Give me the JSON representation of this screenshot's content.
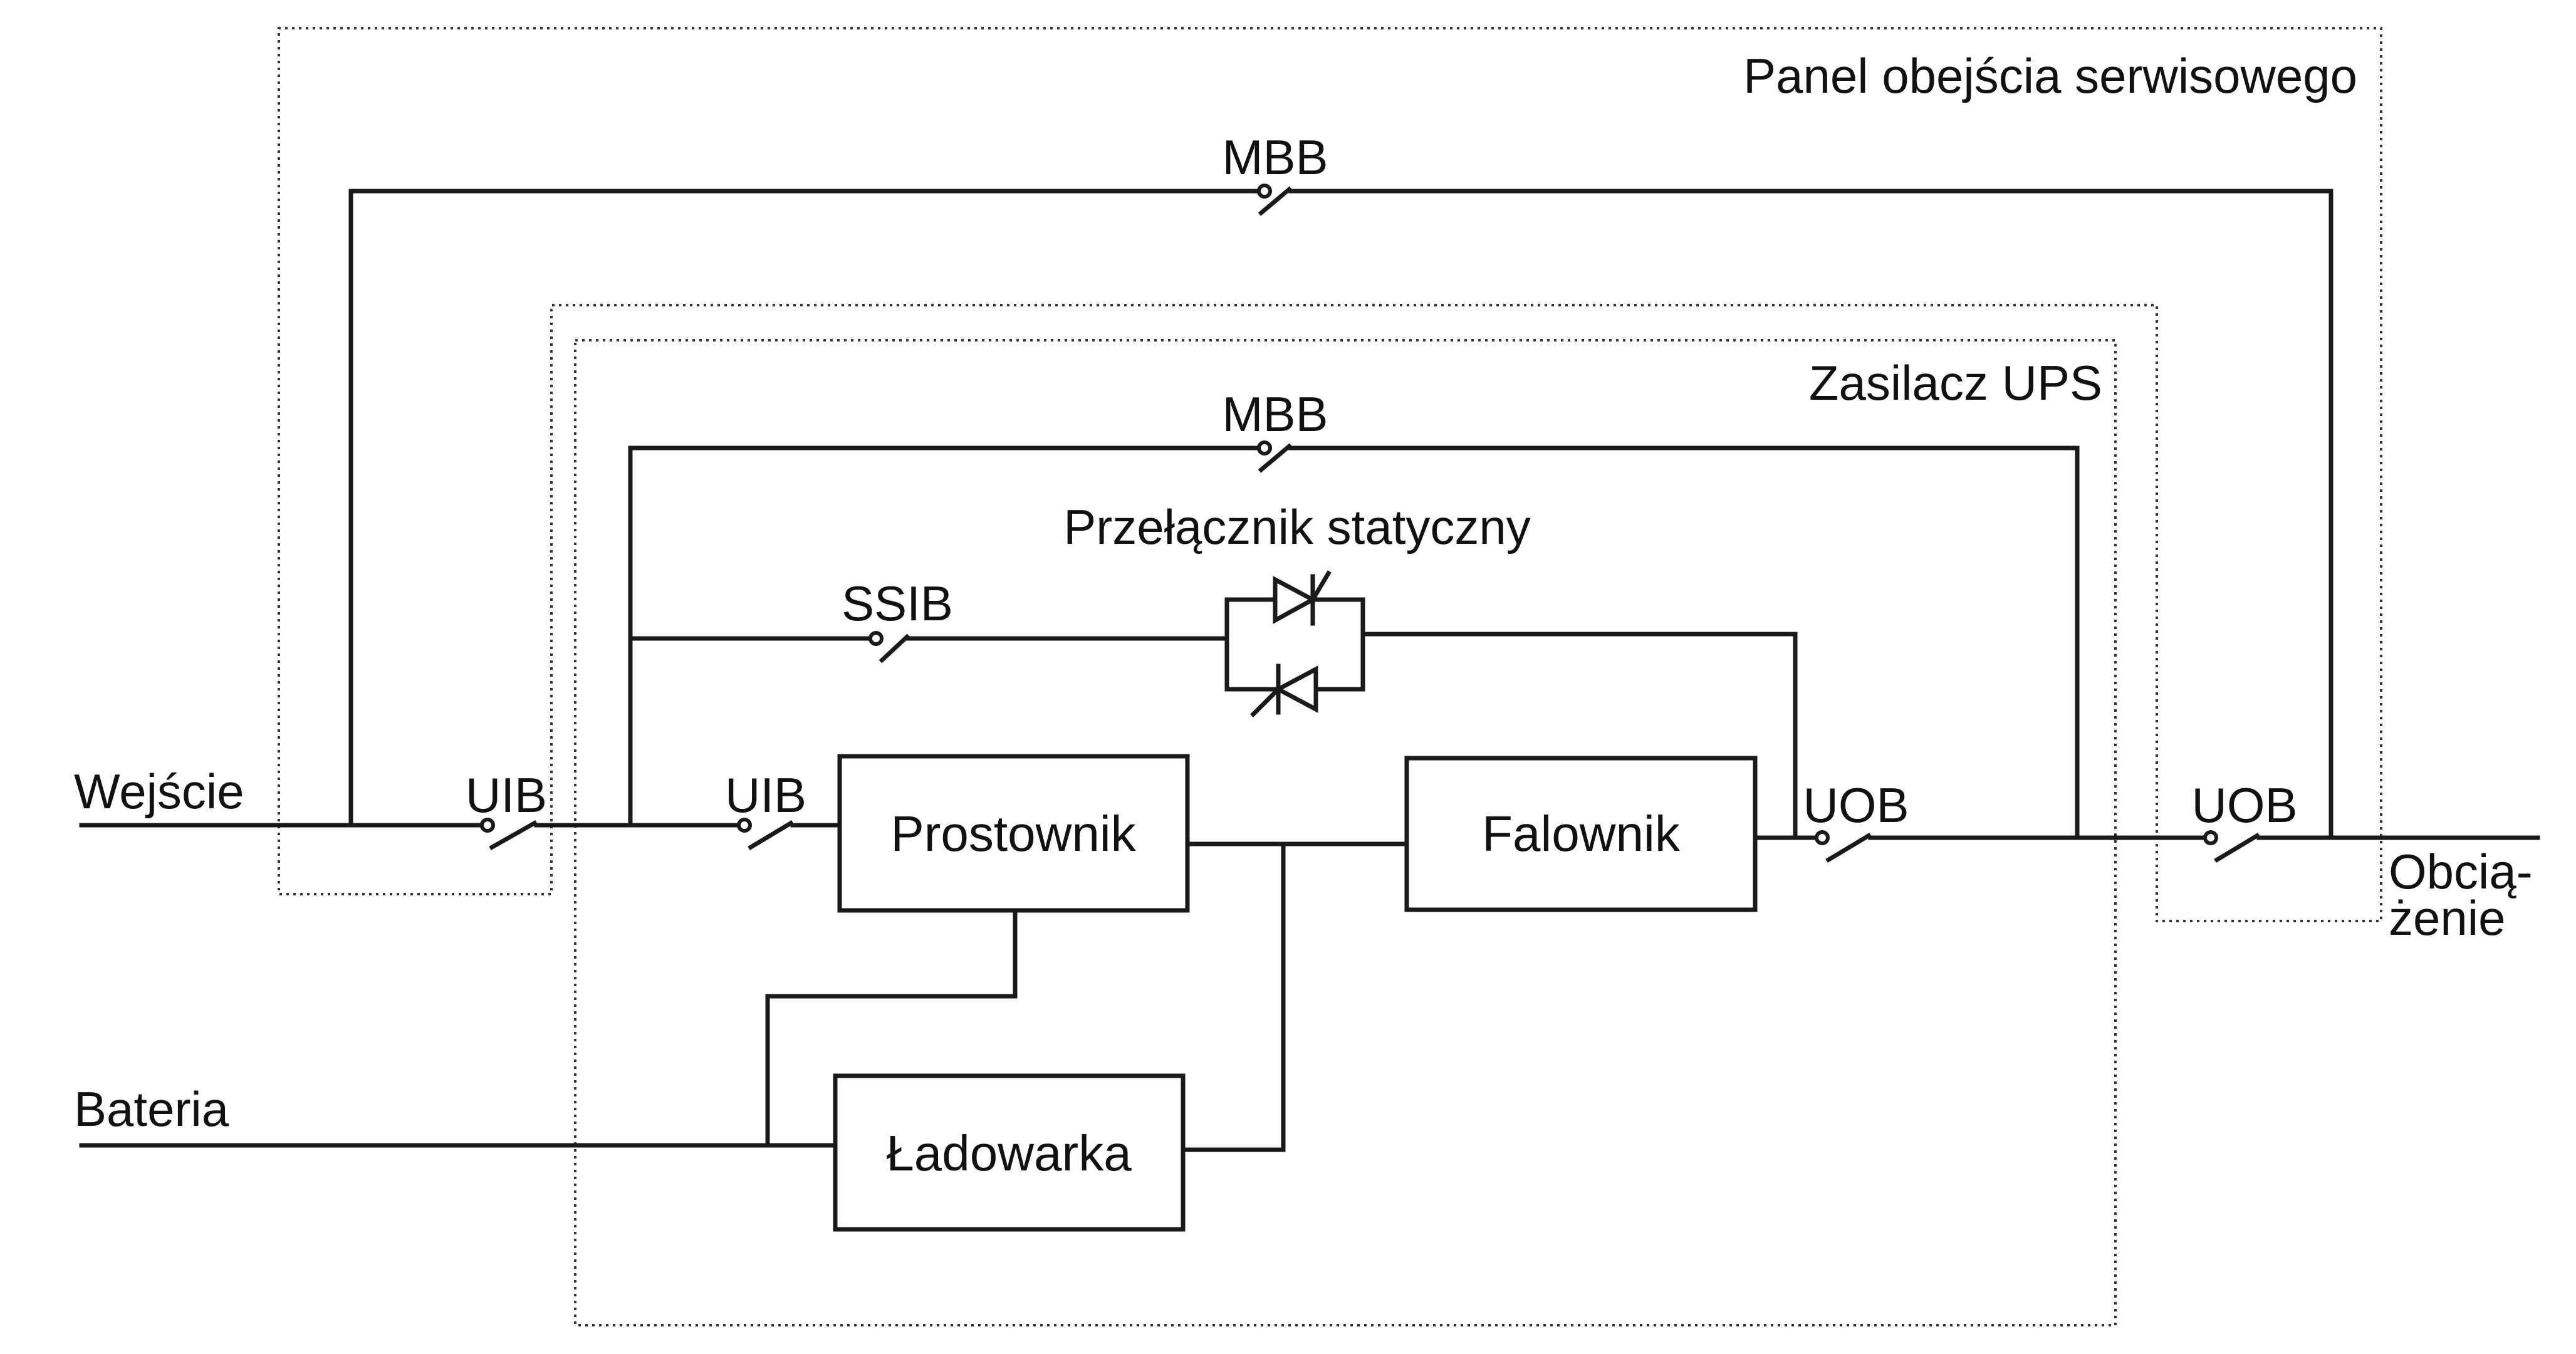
{
  "diagram": {
    "panel_title": "Panel obejścia serwisowego",
    "ups_title": "Zasilacz UPS",
    "static_switch_title": "Przełącznik statyczny",
    "terminals": {
      "input": "Wejście",
      "battery": "Bateria",
      "load_line1": "Obcią-",
      "load_line2": "żenie"
    },
    "switches": {
      "mbb_outer": "MBB",
      "mbb_inner": "MBB",
      "ssib": "SSIB",
      "uib_outer": "UIB",
      "uib_inner": "UIB",
      "uob_inner": "UOB",
      "uob_outer": "UOB"
    },
    "blocks": {
      "rectifier": "Prostownik",
      "inverter": "Falownik",
      "charger": "Ładowarka"
    }
  }
}
